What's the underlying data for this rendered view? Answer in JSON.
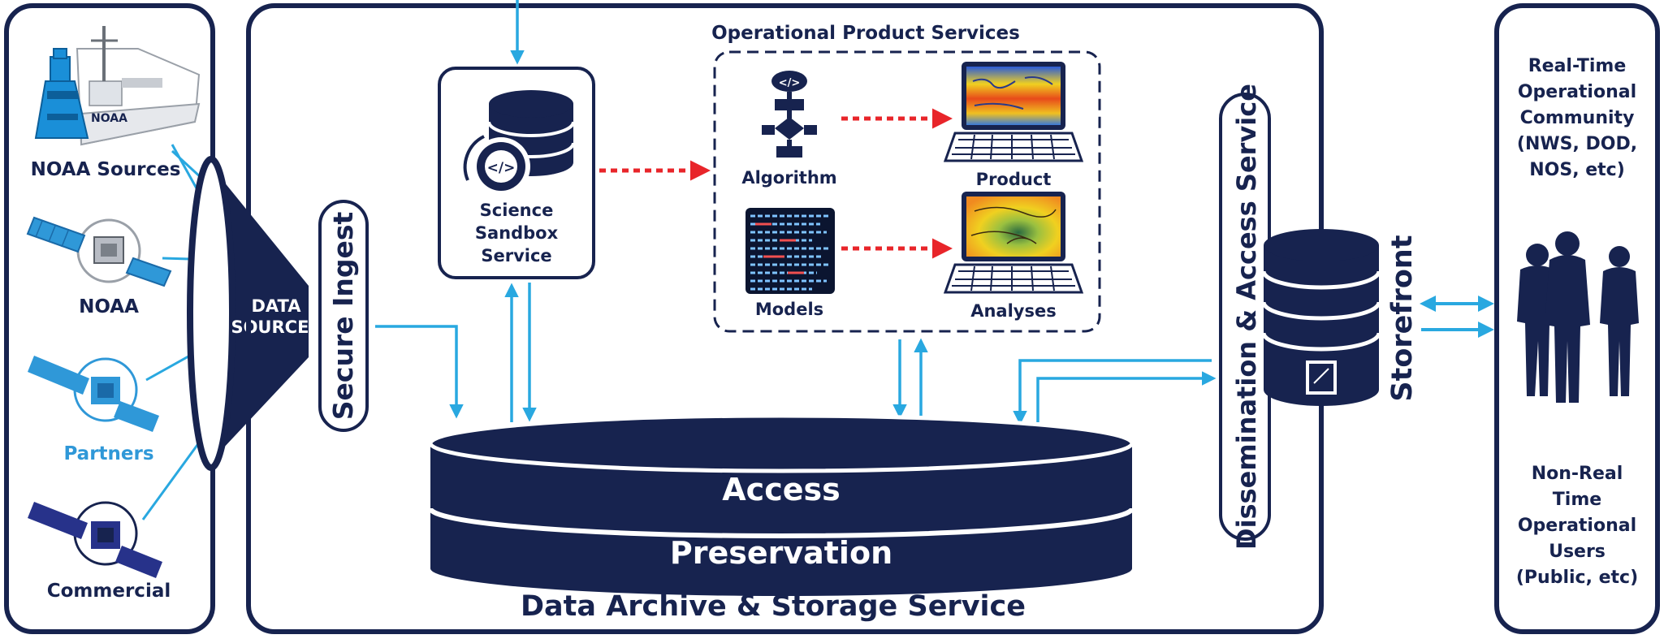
{
  "colors": {
    "navy": "#17234f",
    "blue_arrow": "#29a8e0",
    "red_arrow": "#e8252a",
    "partners_text": "#2f98d8",
    "white": "#ffffff"
  },
  "sources": {
    "noaa_sources": "NOAA Sources",
    "noaa": "NOAA",
    "partners": "Partners",
    "commercial": "Commercial",
    "funnel_line1": "DATA",
    "funnel_line2": "SOURCES"
  },
  "ingest": {
    "label": "Secure Ingest"
  },
  "sandbox": {
    "line1": "Science",
    "line2": "Sandbox",
    "line3": "Service",
    "icon_code": "</>"
  },
  "ops": {
    "title": "Operational Product Services",
    "algorithm": "Algorithm",
    "product": "Product",
    "models": "Models",
    "analyses": "Analyses",
    "icon_code": "</>"
  },
  "archive": {
    "access": "Access",
    "preservation": "Preservation",
    "title": "Data Archive & Storage Service"
  },
  "dissemination": {
    "label": "Dissemination & Access Service"
  },
  "storefront": {
    "label": "Storefront"
  },
  "users": {
    "rt_line1": "Real-Time",
    "rt_line2": "Operational",
    "rt_line3": "Community",
    "rt_line4": "(NWS, DOD,",
    "rt_line5": "NOS, etc)",
    "nrt_line1": "Non-Real",
    "nrt_line2": "Time",
    "nrt_line3": "Operational",
    "nrt_line4": "Users",
    "nrt_line5": "(Public, etc)"
  }
}
